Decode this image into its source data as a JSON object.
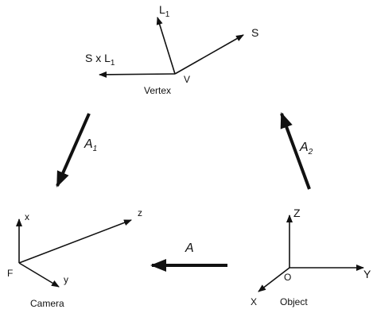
{
  "vertex": {
    "caption": "Vertex",
    "origin": "V",
    "axis_l": "L",
    "axis_l_sub": "1",
    "axis_s": "S",
    "axis_cross_prefix": "S x L",
    "axis_cross_sub": "1"
  },
  "camera": {
    "caption": "Camera",
    "origin": "F",
    "axis_x": "x",
    "axis_y": "y",
    "axis_z": "z"
  },
  "object": {
    "caption": "Object",
    "origin": "O",
    "axis_x": "X",
    "axis_y": "Y",
    "axis_z": "Z"
  },
  "transforms": {
    "a1": "A",
    "a1_sub": "1",
    "a2": "A",
    "a2_sub": "2",
    "a": "A"
  }
}
